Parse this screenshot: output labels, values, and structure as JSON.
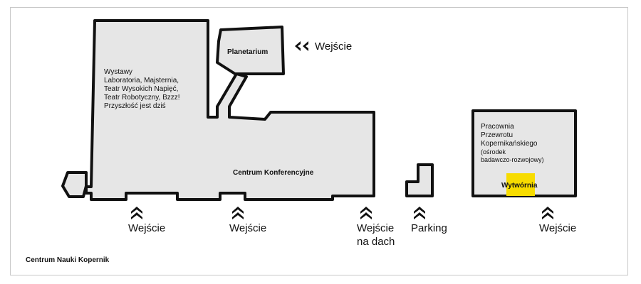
{
  "map": {
    "buildings": {
      "main_exhibitions": {
        "title": "Wystawy",
        "lines": [
          "Laboratoria, Majsternia,",
          "Teatr Wysokich Napięć,",
          "Teatr Robotyczny, Bzzz!",
          "Przyszłość jest dziś"
        ]
      },
      "planetarium": {
        "title": "Planetarium"
      },
      "conference": {
        "title": "Centrum Konferencyjne"
      },
      "workshop": {
        "title_lines": [
          "Pracownia",
          "Przewrotu",
          "Kopernikańskiego"
        ],
        "note_lines": [
          "(ośrodek",
          "badawczo-rozwojowy)"
        ],
        "highlight": {
          "label": "Wytwórnia",
          "color": "#f7dc00"
        }
      }
    },
    "entrances": {
      "planetarium": "Wejście",
      "left": "Wejście",
      "middle": "Wejście",
      "roof": [
        "Wejście",
        "na dach"
      ],
      "parking": "Parking",
      "right": "Wejście"
    },
    "icons": {
      "double_up": "double-chevron-up-icon",
      "double_left": "double-chevron-left-icon"
    },
    "footer": "Centrum Nauki Kopernik"
  }
}
